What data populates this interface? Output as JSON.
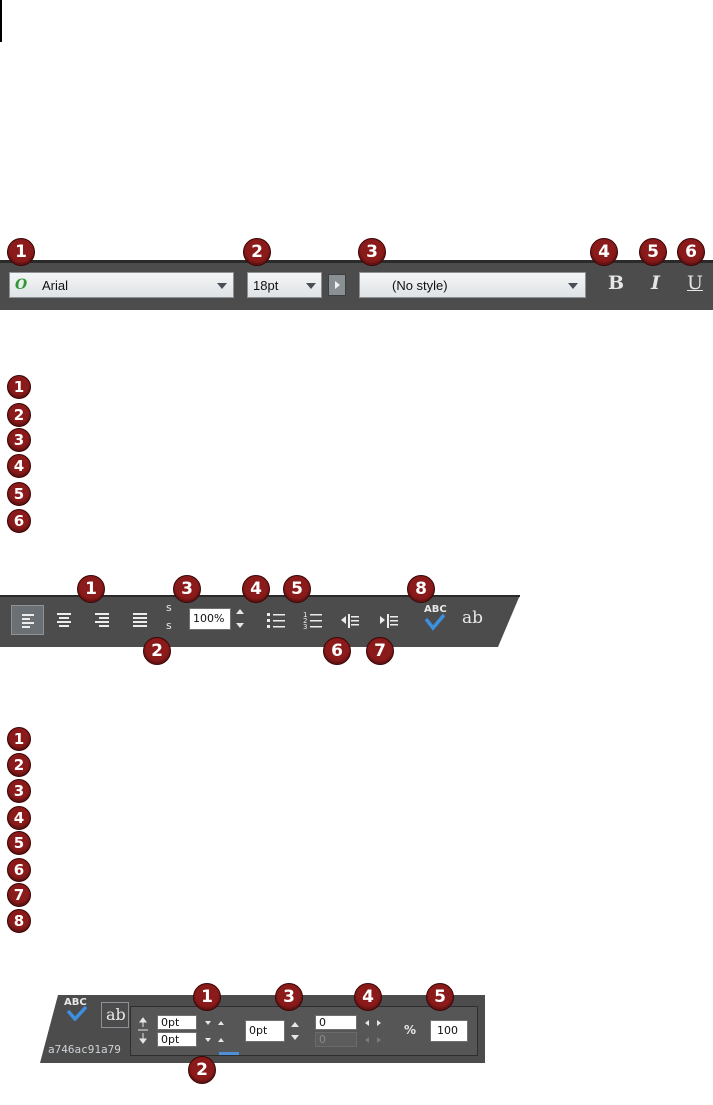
{
  "toolbar1": {
    "font_value": "Arial",
    "size_value": "18pt",
    "style_value": "(No style)",
    "bold_label": "B",
    "italic_label": "I",
    "underline_label": "U",
    "font_icon": "O",
    "badges": [
      "1",
      "2",
      "3",
      "4",
      "5",
      "6"
    ]
  },
  "legend1": [
    "1",
    "2",
    "3",
    "4",
    "5",
    "6"
  ],
  "toolbar2": {
    "zoom_value": "100%",
    "spacing_label_top": "s",
    "spacing_label_bottom": "s",
    "spell_label": "ABC",
    "ab_label": "ab",
    "badges_top": [
      "1",
      "3",
      "4",
      "5",
      "8"
    ],
    "badges_bottom": [
      "2",
      "6",
      "7"
    ]
  },
  "legend2": [
    "1",
    "2",
    "3",
    "4",
    "5",
    "6",
    "7",
    "8"
  ],
  "toolbar3": {
    "spell_label": "ABC",
    "ab_label": "ab",
    "id_text": "a746ac91a79",
    "space_above": "0pt",
    "space_below": "0pt",
    "line_spacing": "0pt",
    "offset_a": "0",
    "offset_b": "0",
    "scale_value": "100",
    "scale_icon": "%",
    "badges": [
      "1",
      "3",
      "4",
      "5"
    ],
    "badge_bottom": "2"
  },
  "colors": {
    "badge": "#8b1a1a",
    "toolbar": "#4c4c4c",
    "field": "#e4e8ec"
  }
}
